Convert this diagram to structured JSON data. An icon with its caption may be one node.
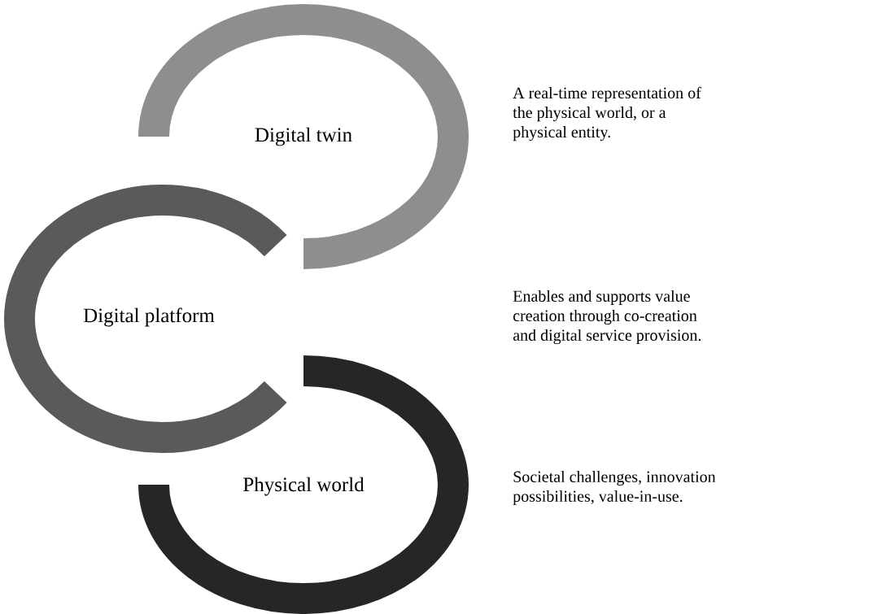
{
  "diagram": {
    "nodes": [
      {
        "text": [
          "Digital twin"
        ]
      },
      {
        "text": [
          "Digital platform"
        ]
      },
      {
        "text": [
          "Physical world"
        ]
      }
    ],
    "labels": [
      "A real-time representation of the physical world, or a physical entity.",
      "Enables and supports value creation through co-creation and digital service provision.",
      "Societal challenges, innovation possibilities, value-in-use."
    ]
  }
}
